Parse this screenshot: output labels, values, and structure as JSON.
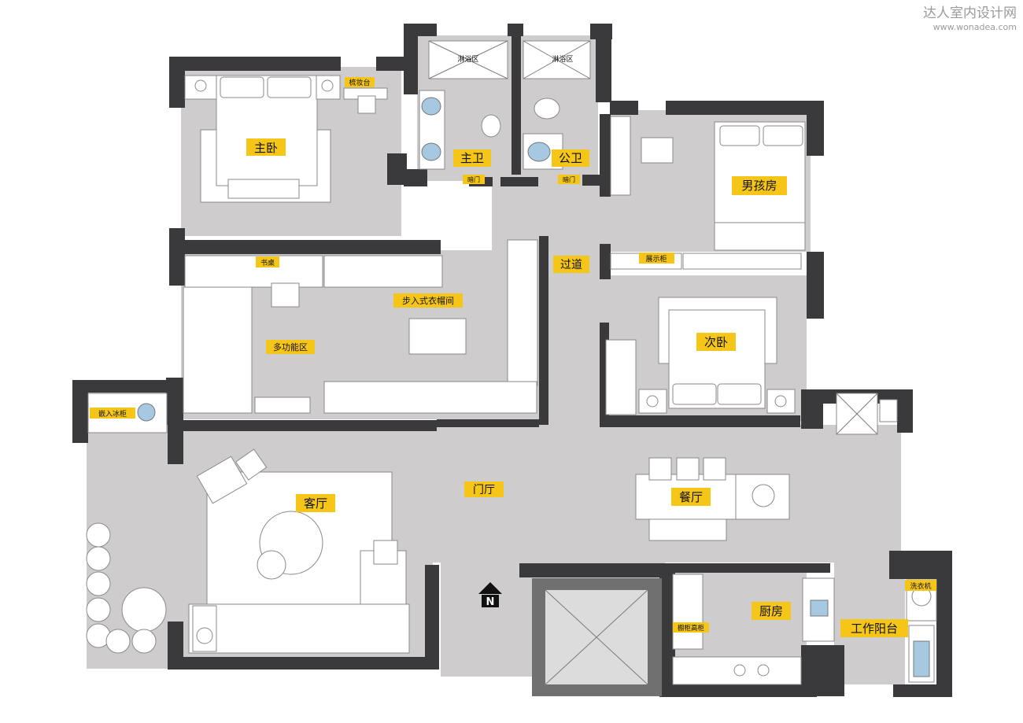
{
  "watermark": {
    "title": "达人室内设计网",
    "url": "www.wonadea.com"
  },
  "north_symbol": "N",
  "rooms": {
    "master_bedroom": "主卧",
    "vanity": "梳妆台",
    "shower_1": "淋浴区",
    "shower_2": "淋浴区",
    "master_bath": "主卫",
    "public_bath": "公卫",
    "hidden_door_1": "暗门",
    "hidden_door_2": "暗门",
    "boys_room": "男孩房",
    "display_cabinet": "展示柜",
    "corridor": "过道",
    "desk": "书桌",
    "walk_in_closet": "步入式衣帽间",
    "multi_room": "多功能区",
    "second_bedroom": "次卧",
    "built_in_fridge": "嵌入冰柜",
    "living_room": "客厅",
    "foyer": "门厅",
    "dining_room": "餐厅",
    "kitchen": "厨房",
    "tall_cabinet": "橱柜高柜",
    "washer": "洗衣机",
    "utility_balcony": "工作阳台"
  }
}
